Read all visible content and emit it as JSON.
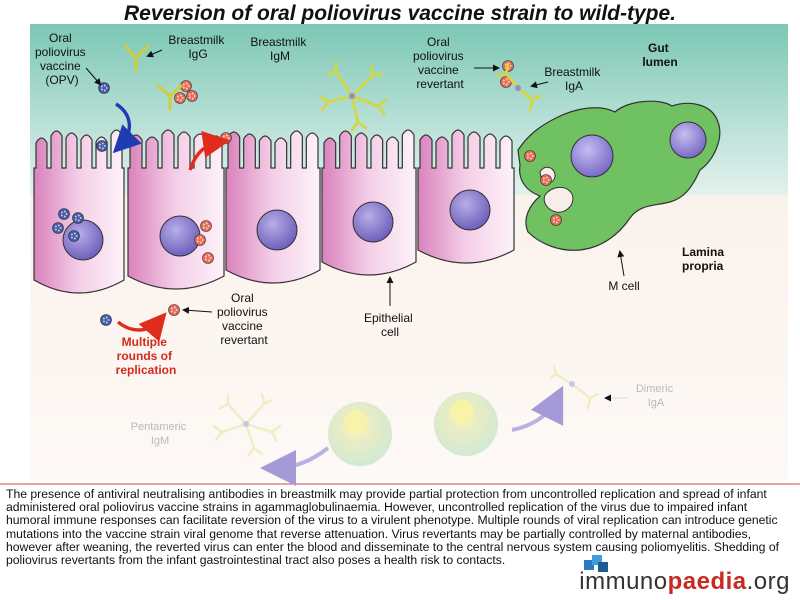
{
  "title": "Reversion of oral poliovirus vaccine strain to wild-type.",
  "labels": {
    "opv": [
      "Oral",
      "poliovirus",
      "vaccine",
      "(OPV)"
    ],
    "igg": [
      "Breastmilk",
      "IgG"
    ],
    "igm": [
      "Breastmilk",
      "IgM"
    ],
    "revertant_top": [
      "Oral",
      "poliovirus",
      "vaccine",
      "revertant"
    ],
    "iga": [
      "Breastmilk",
      "IgA"
    ],
    "gut_lumen": [
      "Gut",
      "lumen"
    ],
    "lamina_propria": [
      "Lamina",
      "propria"
    ],
    "m_cell": "M cell",
    "revertant_bottom": [
      "Oral",
      "poliovirus",
      "vaccine",
      "revertant"
    ],
    "epithelial": [
      "Epithelial",
      "cell"
    ],
    "multiple_rounds": [
      "Multiple",
      "rounds of",
      "replication"
    ],
    "pentameric": [
      "Pentameric",
      "IgM"
    ],
    "dimeric": [
      "Dimeric",
      "IgA"
    ]
  },
  "caption": "The presence of antiviral neutralising antibodies in breastmilk may provide partial protection from uncontrolled replication and spread of infant administered oral poliovirus vaccine strains in agammaglobulinaemia. However, uncontrolled replication of the virus due to impaired infant humoral immune responses can facilitate reversion of the virus to a virulent phenotype. Multiple rounds of viral replication can introduce genetic mutations into the vaccine strain viral genome that reverse attenuation. Virus revertants may be partially controlled by maternal antibodies, however after weaning, the reverted virus can enter the blood and disseminate to the central nervous system causing poliomyelitis. Shedding of poliovirus revertants from the infant gastrointestinal tract also poses a health risk to contacts.",
  "logo": {
    "part1": "immuno",
    "part2": "paedia",
    "part3": ".org"
  },
  "colors": {
    "lumen": "#a3d6c9",
    "epithelial": "#e7a6cf",
    "m_cell": "#6fc162",
    "nucleus": "#8273c6",
    "vaccine_virus": "#4559a8",
    "revertant_virus": "#e66a55",
    "antibody": "#d7d63a",
    "arrow_red": "#e02b1d",
    "arrow_blue": "#1f3bb3"
  }
}
